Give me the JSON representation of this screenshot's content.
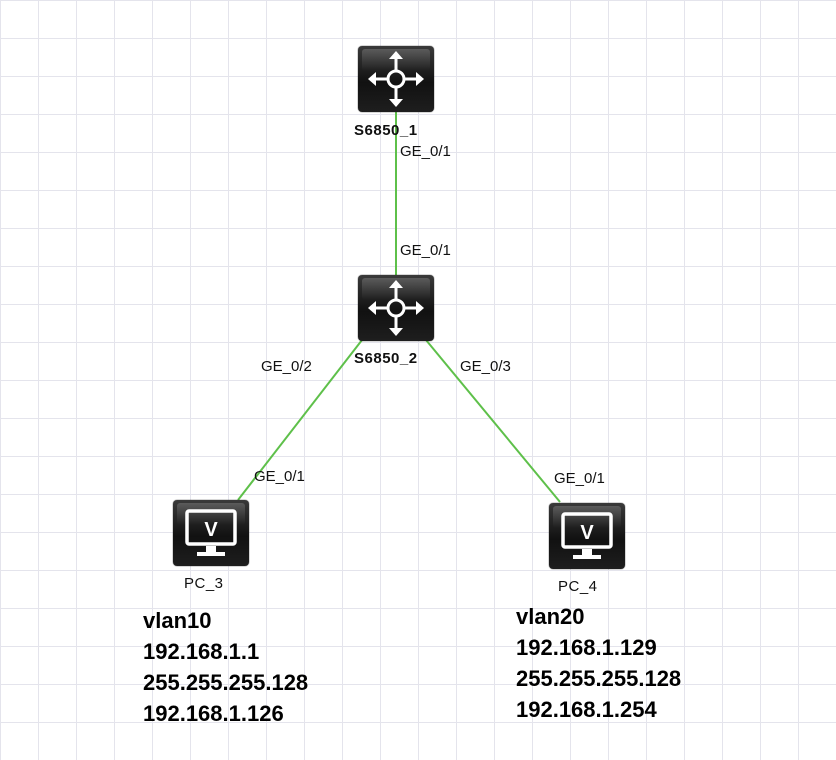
{
  "colors": {
    "link": "#5ec04a",
    "device": "#141414",
    "icon": "#ffffff",
    "text": "#111111"
  },
  "devices": {
    "s6850_1": {
      "label": "S6850_1",
      "icon": "router-icon"
    },
    "s6850_2": {
      "label": "S6850_2",
      "icon": "router-icon"
    },
    "pc_3": {
      "label": "PC_3",
      "icon": "monitor-icon",
      "glyph": "V"
    },
    "pc_4": {
      "label": "PC_4",
      "icon": "monitor-icon",
      "glyph": "V"
    }
  },
  "ports": {
    "s1_to_s2_top": "GE_0/1",
    "s2_to_s1": "GE_0/1",
    "s2_to_pc3": "GE_0/2",
    "s2_to_pc4": "GE_0/3",
    "pc3_port": "GE_0/1",
    "pc4_port": "GE_0/1"
  },
  "pc3_info": {
    "vlan": "vlan10",
    "ip": "192.168.1.1",
    "mask": "255.255.255.128",
    "gateway": "192.168.1.126"
  },
  "pc4_info": {
    "vlan": "vlan20",
    "ip": "192.168.1.129",
    "mask": "255.255.255.128",
    "gateway": "192.168.1.254"
  }
}
